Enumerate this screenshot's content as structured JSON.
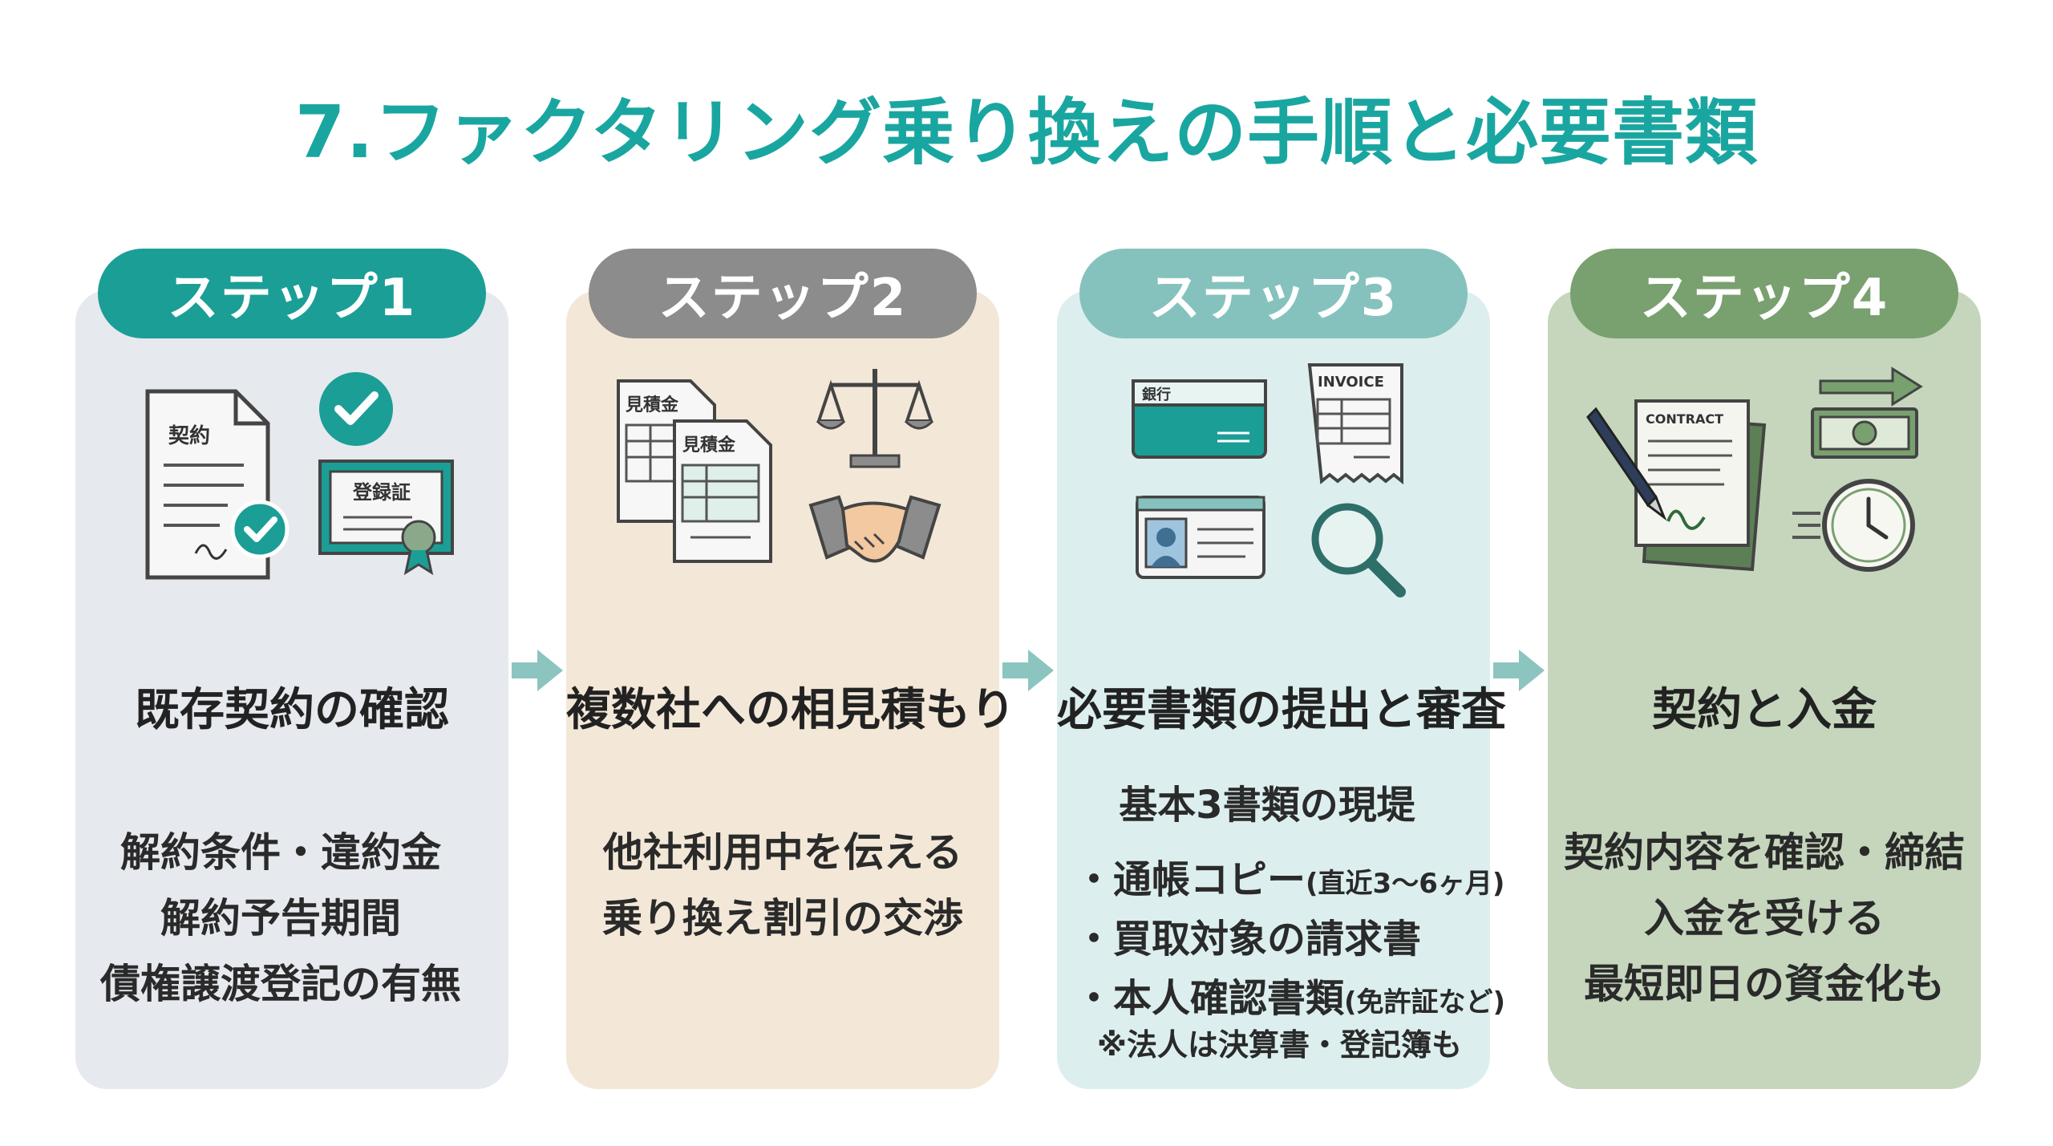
{
  "title": "7.ファクタリング乗り換えの手順と必要書類",
  "steps": [
    {
      "label": "ステップ1",
      "heading": "既存契約の確認",
      "lines": [
        "解約条件・違約金",
        "解約予告期間",
        "債権譲渡登記の有無"
      ],
      "icon_texts": [
        "契約",
        "登録証"
      ]
    },
    {
      "label": "ステップ2",
      "heading": "複数社への相見積もり",
      "lines": [
        "他社利用中を伝える",
        "乗り換え割引の交渉"
      ],
      "icon_texts": [
        "見積金",
        "見積金"
      ]
    },
    {
      "label": "ステップ3",
      "heading": "必要書類の提出と審査",
      "subheading": "基本3書類の現堤",
      "items": [
        {
          "main": "・通帳コピー",
          "small": "(直近3〜6ヶ月)"
        },
        {
          "main": "・買取対象の請求書",
          "small": ""
        },
        {
          "main": "・本人確認書類",
          "small": "(免許証など)"
        }
      ],
      "note": "※法人は決算書・登記簿も",
      "icon_texts": [
        "銀行",
        "INVOICE"
      ]
    },
    {
      "label": "ステップ4",
      "heading": "契約と入金",
      "lines": [
        "契約内容を確認・締結",
        "入金を受ける",
        "最短即日の資金化も"
      ],
      "icon_texts": [
        "CONTRACT"
      ]
    }
  ],
  "icons": {
    "step1": [
      "contract-document-icon",
      "check-circle-icon",
      "certificate-icon"
    ],
    "step2": [
      "estimate-documents-icon",
      "scales-icon",
      "handshake-icon"
    ],
    "step3": [
      "bankbook-icon",
      "invoice-icon",
      "id-card-icon",
      "magnifier-icon"
    ],
    "step4": [
      "contract-pen-icon",
      "money-transfer-icon",
      "clock-icon"
    ]
  },
  "colors": {
    "title": "#1aa6a0",
    "step1": "#1b9e96",
    "step2": "#8c8c8c",
    "step3": "#86c2bd",
    "step4": "#79a06f",
    "arrow": "#8cc5c0"
  }
}
